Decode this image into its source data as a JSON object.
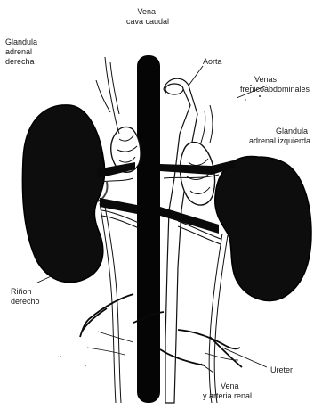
{
  "labels": {
    "vena_cava": [
      "Vena",
      "cava caudal"
    ],
    "right_adrenal": [
      "Glandula",
      "adrenal",
      "derecha"
    ],
    "aorta": [
      "Aorta"
    ],
    "phrenicoabdominal_veins": [
      "Venas",
      "frenicoabdominales"
    ],
    "left_adrenal": [
      "Glandula",
      "adrenal izquierda"
    ],
    "kidney": [
      "Riñon",
      "derecho"
    ],
    "ureter": [
      "Ureter"
    ],
    "renal_vessels": [
      "Vena",
      "y arteria renal"
    ]
  },
  "colors": {
    "ink": "#111111",
    "paper": "#ffffff",
    "organ_fill": "#0d0d0d"
  }
}
